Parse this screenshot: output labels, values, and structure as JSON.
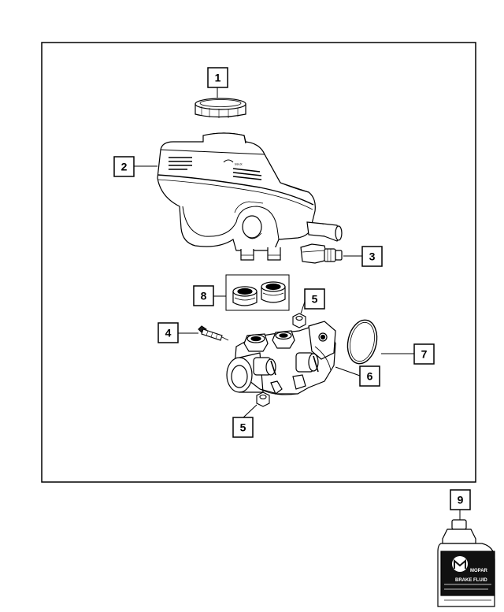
{
  "diagram": {
    "callouts": [
      {
        "id": "1",
        "text": "1"
      },
      {
        "id": "2",
        "text": "2"
      },
      {
        "id": "3",
        "text": "3"
      },
      {
        "id": "4",
        "text": "4"
      },
      {
        "id": "5a",
        "text": "5"
      },
      {
        "id": "5b",
        "text": "5"
      },
      {
        "id": "6",
        "text": "6"
      },
      {
        "id": "7",
        "text": "7"
      },
      {
        "id": "8",
        "text": "8"
      },
      {
        "id": "9",
        "text": "9"
      }
    ],
    "reservoir_label": {
      "line1": "MAX"
    },
    "bottle_label": {
      "brand": "MOPAR",
      "product": "BRAKE FLUID"
    }
  }
}
